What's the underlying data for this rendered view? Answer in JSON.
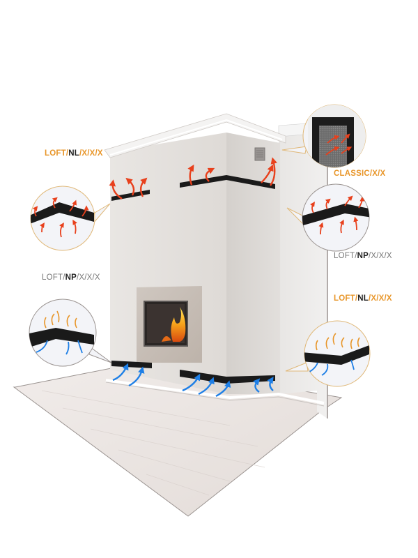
{
  "diagram": {
    "type": "product-illustration",
    "subject": "fireplace-with-ventilation-grilles",
    "colors": {
      "accent_orange": "#e8962a",
      "hot_air_red": "#e8401c",
      "cold_air_blue": "#1e7fe6",
      "grille_black": "#1a1a1a",
      "wall": "#e4e1de",
      "stone_surround": "#c9c0b8",
      "floor": "#ece6e3",
      "callout_border": "#e0b878"
    }
  },
  "labels": {
    "top_left": {
      "prefix": "LOFT/",
      "model": "NL",
      "suffix": "/X/X/X",
      "color_scheme": "orange"
    },
    "top_right": {
      "text": "CLASSIC/X/X",
      "color_scheme": "orange"
    },
    "mid_left": {
      "prefix": "LOFT/",
      "model": "NP",
      "suffix": "/X/X/X",
      "color_scheme": "grey"
    },
    "mid_right": {
      "prefix": "LOFT/",
      "model": "NP",
      "suffix": "/X/X/X",
      "color_scheme": "grey"
    },
    "lower_right": {
      "prefix": "LOFT/",
      "model": "NL",
      "suffix": "/X/X/X",
      "color_scheme": "orange"
    }
  },
  "callouts": [
    {
      "id": "upper-left",
      "content": "corner grille with hot air arrows",
      "air": "hot"
    },
    {
      "id": "top-right",
      "content": "classic mesh grille with hot air arrows",
      "air": "hot"
    },
    {
      "id": "upper-right",
      "content": "corner grille with hot air arrows",
      "air": "hot"
    },
    {
      "id": "lower-left",
      "content": "corner grille with cold air intake",
      "air": "cold-to-hot"
    },
    {
      "id": "lower-right",
      "content": "corner grille with cold air intake",
      "air": "cold-to-hot"
    }
  ]
}
